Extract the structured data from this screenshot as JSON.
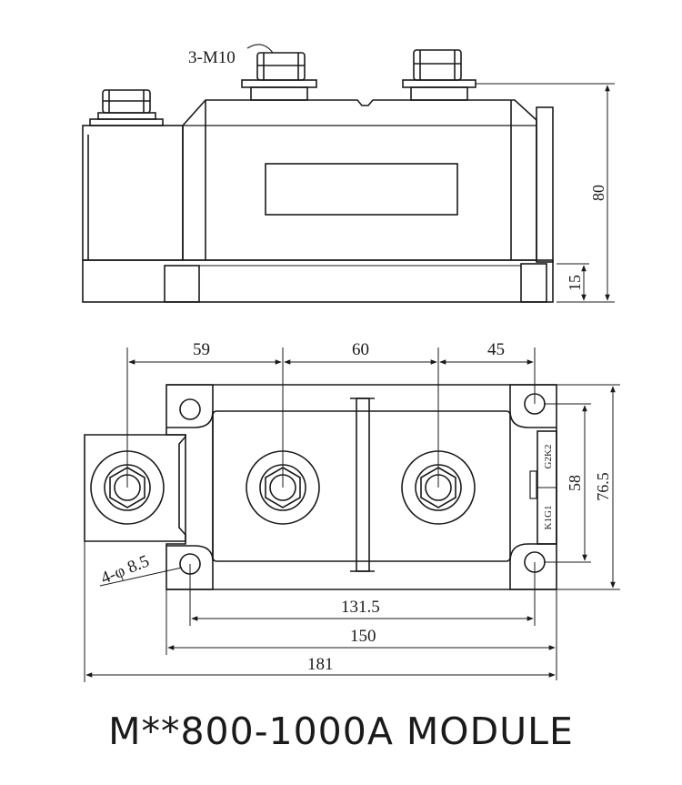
{
  "labels": {
    "bolts": "3-M10",
    "height_total": "80",
    "height_base": "15",
    "dim_59": "59",
    "dim_60": "60",
    "dim_45": "45",
    "dim_58": "58",
    "dim_76_5": "76.5",
    "dim_131_5": "131.5",
    "dim_150": "150",
    "dim_181": "181",
    "holes": "4-φ 8.5",
    "terminal_k1g1": "K1G1",
    "terminal_g2k2": "G2K2"
  },
  "caption": "M**800-1000A MODULE"
}
